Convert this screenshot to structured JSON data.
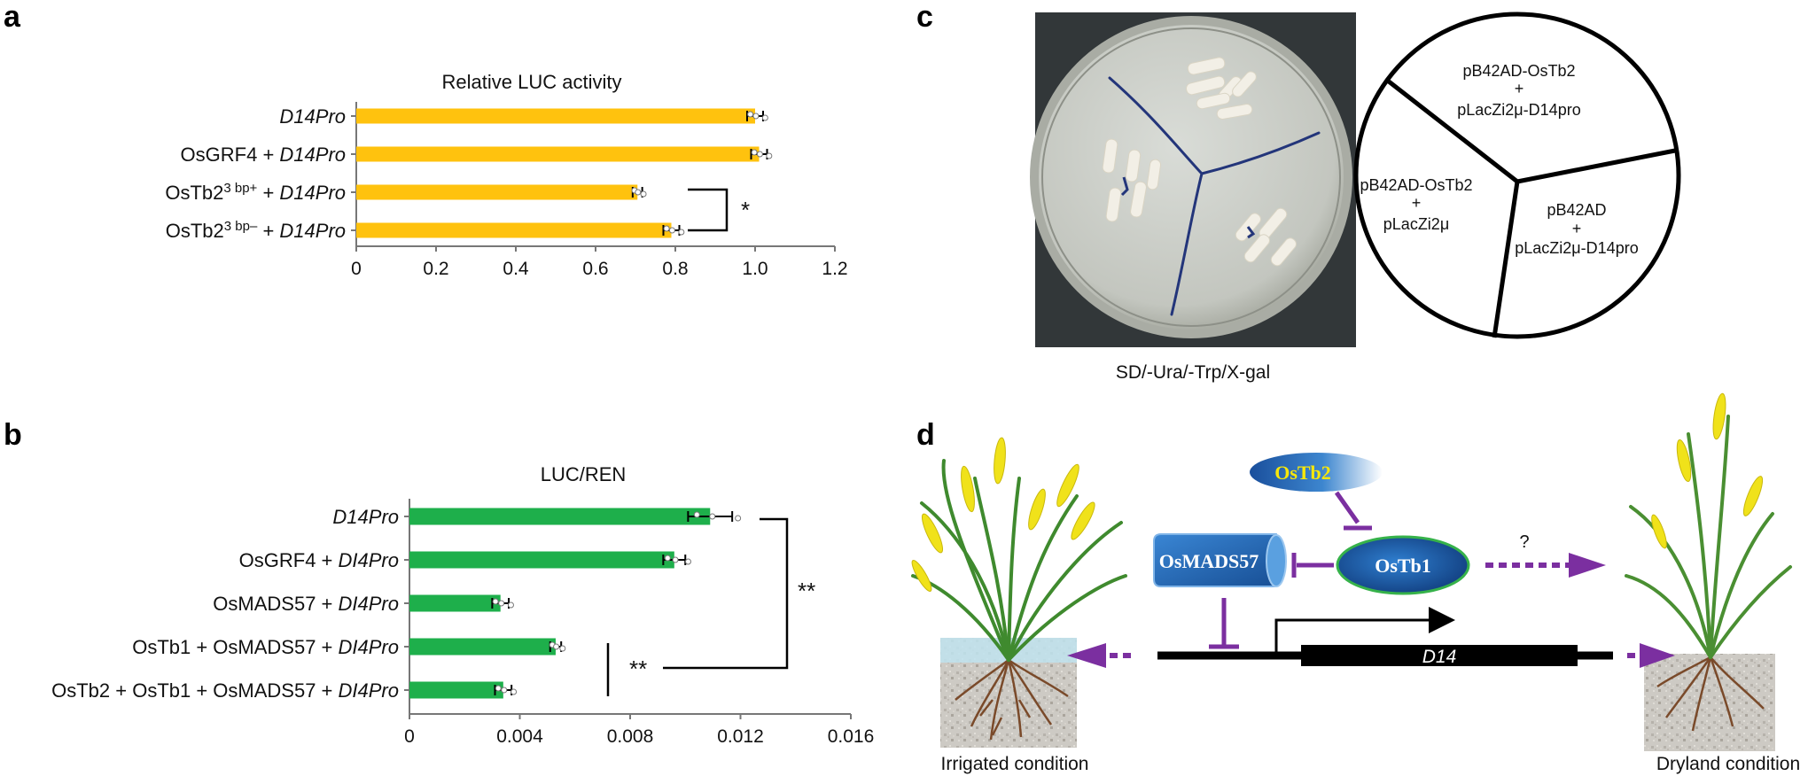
{
  "panels": {
    "a": "a",
    "b": "b",
    "c": "c",
    "d": "d"
  },
  "colors": {
    "bar_a": "#FFC20E",
    "bar_b": "#1EAF4B",
    "arrow_purple": "#7B2FA0",
    "oval_blue": "#1F6BB5",
    "gene_yellow": "#F7E70A"
  },
  "panel_a": {
    "chart_data": {
      "type": "bar",
      "orientation": "horizontal",
      "title": "Relative LUC activity",
      "categories": [
        {
          "prefix": "",
          "sup": "",
          "suffix": "",
          "italic": "D14Pro"
        },
        {
          "prefix": "OsGRF4 + ",
          "sup": "",
          "suffix": "",
          "italic": "D14Pro"
        },
        {
          "prefix": "OsTb2",
          "sup": "3 bp+",
          "suffix": " + ",
          "italic": "D14Pro"
        },
        {
          "prefix": "OsTb2",
          "sup": "3 bp–",
          "suffix": " + ",
          "italic": "D14Pro"
        }
      ],
      "values": [
        1.0,
        1.01,
        0.705,
        0.79
      ],
      "errors": [
        0.02,
        0.02,
        0.012,
        0.02
      ],
      "xlim": [
        0,
        1.2
      ],
      "ticks": [
        "0",
        "0.2",
        "0.4",
        "0.6",
        "0.8",
        "1.0",
        "1.2"
      ],
      "tick_values": [
        0,
        0.2,
        0.4,
        0.6,
        0.8,
        1.0,
        1.2
      ],
      "significance": "*"
    }
  },
  "panel_b": {
    "chart_data": {
      "type": "bar",
      "orientation": "horizontal",
      "title": "LUC/REN",
      "categories": [
        {
          "prefix": "",
          "italic": "D14Pro"
        },
        {
          "prefix": "OsGRF4 + ",
          "italic": "DI4Pro"
        },
        {
          "prefix": "OsMADS57 + ",
          "italic": "DI4Pro"
        },
        {
          "prefix": "OsTb1 + OsMADS57 + ",
          "italic": "DI4Pro"
        },
        {
          "prefix": "OsTb2 + OsTb1 + OsMADS57 + ",
          "italic": "DI4Pro"
        }
      ],
      "values": [
        0.0109,
        0.0096,
        0.0033,
        0.0053,
        0.0034
      ],
      "errors": [
        0.0008,
        0.0004,
        0.0003,
        0.0002,
        0.0003
      ],
      "xlim": [
        0,
        0.016
      ],
      "ticks": [
        "0",
        "0.004",
        "0.008",
        "0.012",
        "0.016"
      ],
      "tick_values": [
        0,
        0.004,
        0.008,
        0.012,
        0.016
      ],
      "significance_1": "**",
      "significance_2": "**"
    }
  },
  "panel_c": {
    "caption": "SD/-Ura/-Trp/X-gal",
    "sector_top": {
      "line1": "pB42AD-OsTb2",
      "plus": "+",
      "line2": "pLacZi2μ-D14pro"
    },
    "sector_left": {
      "line1": "pB42AD-OsTb2",
      "plus": "+",
      "line2": "pLacZi2μ"
    },
    "sector_right": {
      "line1": "pB42AD",
      "plus": "+",
      "line2": "pLacZi2μ-D14pro"
    }
  },
  "panel_d": {
    "ostb2": "OsTb2",
    "osmads57": "OsMADS57",
    "ostb1": "OsTb1",
    "question": "?",
    "gene": "D14",
    "irrigated": "Irrigated condition",
    "dryland": "Dryland condition"
  }
}
